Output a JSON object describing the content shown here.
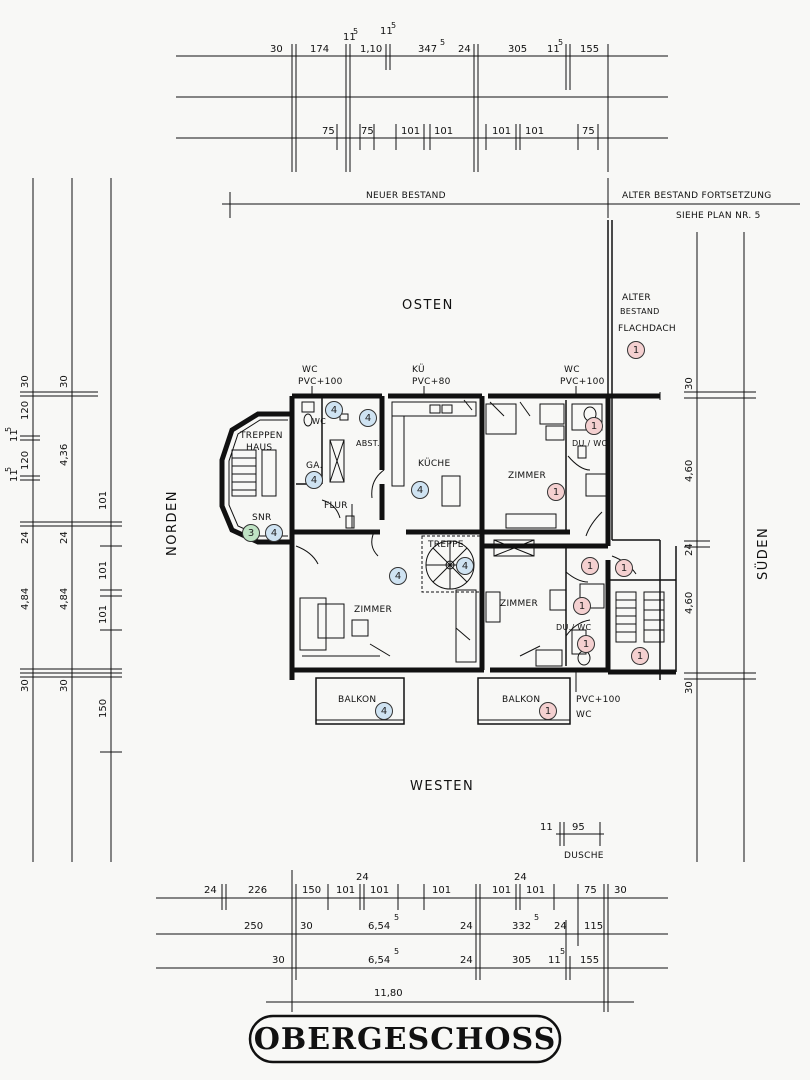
{
  "title": "OBERGESCHOSS",
  "directions": {
    "east": "OSTEN",
    "west": "WESTEN",
    "north": "NORDEN",
    "south": "SÜDEN"
  },
  "headers": {
    "new": "NEUER BESTAND",
    "old": "ALTER BESTAND FORTSETZUNG",
    "plan": "SIEHE PLAN NR. 5"
  },
  "notes": {
    "alter": "ALTER",
    "bestand": "BESTAND",
    "flachdach": "FLACHDACH"
  },
  "fixtures": {
    "wc_top": "WC",
    "wc_top_pvc": "PVC+100",
    "kue": "KÜ",
    "kue_pvc": "PVC+80",
    "wc_right": "WC",
    "wc_right_pvc": "PVC+100",
    "pvc_bottom": "PVC+100",
    "wc_bottom": "WC",
    "dusche": "DUSCHE"
  },
  "rooms": {
    "treppenhaus1": "TREPPEN",
    "treppenhaus2": "HAUS",
    "wc": "WC",
    "abst": "ABST.",
    "kueche": "KÜCHE",
    "zimmer_ne": "ZIMMER",
    "ga": "GA.",
    "du_wc_top": "DU / WC",
    "flur": "FLUR",
    "snr": "SNR",
    "treppe": "TREPPE",
    "zimmer_sw": "ZIMMER",
    "zimmer_se": "ZIMMER",
    "du_wc_bottom": "DU./ WC",
    "balkon_l": "BALKON",
    "balkon_r": "BALKON"
  },
  "markers": [
    {
      "n": "4",
      "color": "#cfe3f2"
    },
    {
      "n": "4",
      "color": "#cfe3f2"
    },
    {
      "n": "4",
      "color": "#cfe3f2"
    },
    {
      "n": "4",
      "color": "#cfe3f2"
    },
    {
      "n": "4",
      "color": "#cfe3f2"
    },
    {
      "n": "3",
      "color": "#bfe3c4"
    },
    {
      "n": "4",
      "color": "#cfe3f2"
    },
    {
      "n": "4",
      "color": "#cfe3f2"
    },
    {
      "n": "4",
      "color": "#cfe3f2"
    },
    {
      "n": "4",
      "color": "#cfe3f2"
    },
    {
      "n": "1",
      "color": "#f4d0d0"
    },
    {
      "n": "1",
      "color": "#f4d0d0"
    },
    {
      "n": "1",
      "color": "#f4d0d0"
    },
    {
      "n": "1",
      "color": "#f4d0d0"
    },
    {
      "n": "1",
      "color": "#f4d0d0"
    },
    {
      "n": "1",
      "color": "#f4d0d0"
    },
    {
      "n": "1",
      "color": "#f4d0d0"
    },
    {
      "n": "1",
      "color": "#f4d0d0"
    },
    {
      "n": "1",
      "color": "#f4d0d0"
    },
    {
      "n": "1",
      "color": "#f4d0d0"
    }
  ],
  "dims": {
    "top1": [
      "30",
      "174",
      "11",
      "1,10",
      "11",
      "347",
      "24",
      "305",
      "11",
      "155"
    ],
    "top1_sup": [
      "5",
      "5",
      "5",
      "5"
    ],
    "top3": [
      "75",
      "75",
      "101",
      "101",
      "101",
      "101",
      "75"
    ],
    "left1": [
      "30",
      "120",
      "11",
      "120",
      "11",
      "24",
      "4,84",
      "30"
    ],
    "left1_sup": [
      "5",
      "5"
    ],
    "left2": [
      "30",
      "4,36",
      "24",
      "4,84",
      "30"
    ],
    "left3": [
      "101",
      "101",
      "101",
      "150"
    ],
    "right1": [
      "30",
      "4,60",
      "24",
      "4,60",
      "30"
    ],
    "shower": [
      "11",
      "95"
    ],
    "bot1": [
      "24",
      "226",
      "150",
      "101",
      "24",
      "101",
      "101",
      "101",
      "24",
      "101",
      "75",
      "30"
    ],
    "bot2": [
      "250",
      "30",
      "6,54",
      "24",
      "332",
      "24",
      "115"
    ],
    "bot3": [
      "30",
      "6,54",
      "24",
      "305",
      "11",
      "155"
    ],
    "bot4": [
      "11,80"
    ]
  }
}
